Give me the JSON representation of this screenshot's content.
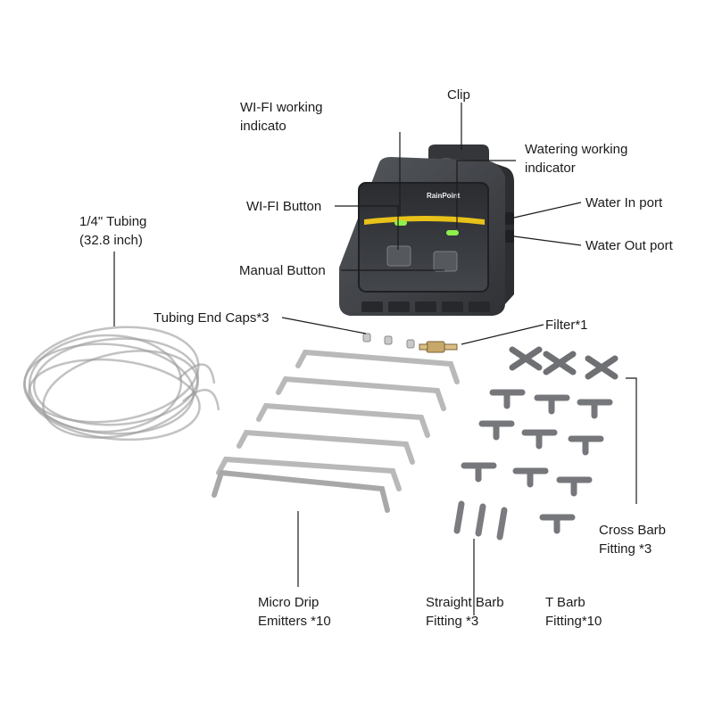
{
  "device": {
    "brand": "RainPoint",
    "accent": "#e8c21a",
    "led": "#8ef04a",
    "body": "#3d3f43"
  },
  "labels": {
    "clip": "Clip",
    "wifi_indicator": [
      "WI-FI working",
      "indicato"
    ],
    "watering_indicator": [
      "Watering working",
      "indicator"
    ],
    "wifi_button": "WI-FI Button",
    "water_in": "Water In port",
    "water_out": "Water Out port",
    "manual_button": "Manual Button",
    "tubing": [
      "1/4\" Tubing",
      "(32.8 inch)"
    ],
    "end_caps": "Tubing End Caps*3",
    "filter": "Filter*1",
    "cross_barb": [
      "Cross Barb",
      "Fitting *3"
    ],
    "micro_drip": [
      "Micro Drip",
      "Emitters *10"
    ],
    "straight_barb": [
      "Straight Barb",
      "Fitting *3"
    ],
    "t_barb": [
      "T Barb",
      "Fitting*10"
    ]
  }
}
